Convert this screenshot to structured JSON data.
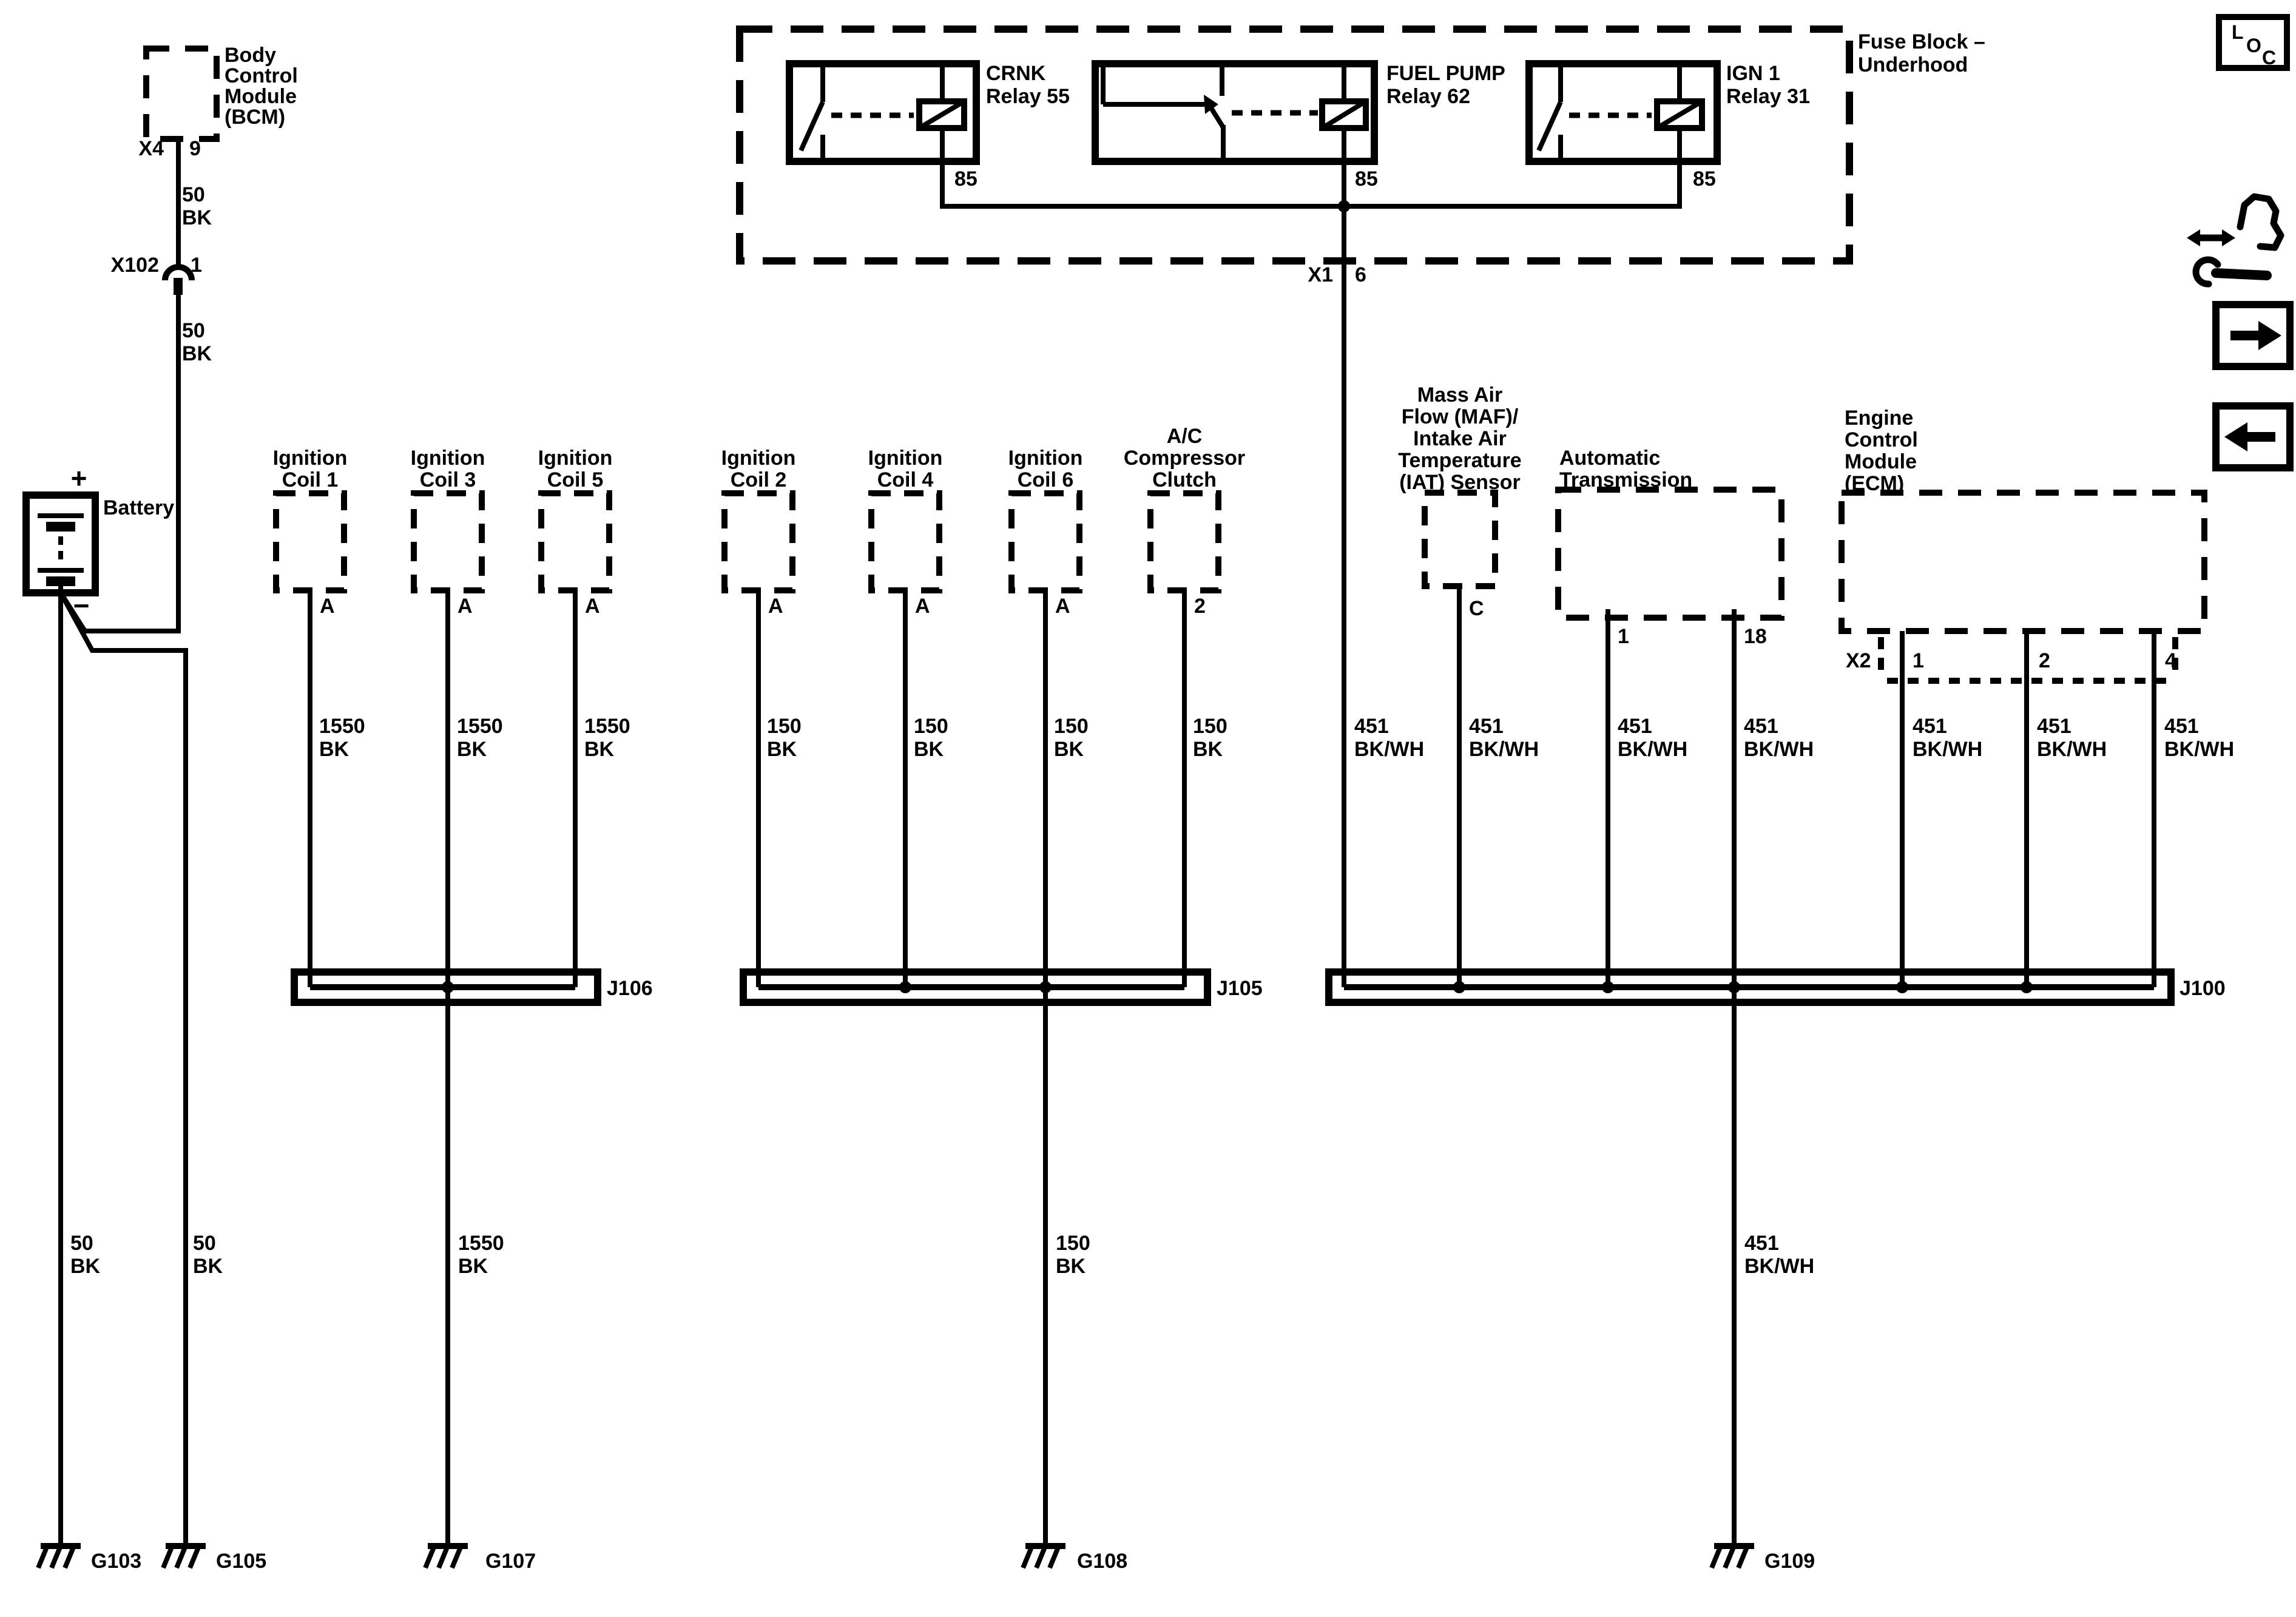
{
  "page": {
    "background": "#ffffff",
    "ink": "#000000"
  },
  "bcm": {
    "label_lines": [
      "Body",
      "Control",
      "Module",
      "(BCM)"
    ],
    "connector": "X4",
    "pin": "9",
    "wire_upper": [
      "50",
      "BK"
    ],
    "wire_lower": [
      "50",
      "BK"
    ]
  },
  "x102": {
    "name": "X102",
    "pin": "1"
  },
  "battery": {
    "label": "Battery",
    "plus": "+",
    "minus": "−"
  },
  "fuse_block": {
    "label_lines": [
      "Fuse Block –",
      "Underhood"
    ],
    "connector": "X1",
    "pin": "6",
    "wire": [
      "451",
      "BK/WH"
    ],
    "relays": [
      {
        "line1": "CRNK",
        "line2": "Relay 55",
        "pin": "85"
      },
      {
        "line1": "FUEL PUMP",
        "line2": "Relay 62",
        "pin": "85"
      },
      {
        "line1": "IGN 1",
        "line2": "Relay 31",
        "pin": "85"
      }
    ]
  },
  "coils": [
    {
      "line1": "Ignition",
      "line2": "Coil 1",
      "pin": "A",
      "wire": [
        "1550",
        "BK"
      ]
    },
    {
      "line1": "Ignition",
      "line2": "Coil 3",
      "pin": "A",
      "wire": [
        "1550",
        "BK"
      ]
    },
    {
      "line1": "Ignition",
      "line2": "Coil 5",
      "pin": "A",
      "wire": [
        "1550",
        "BK"
      ]
    },
    {
      "line1": "Ignition",
      "line2": "Coil 2",
      "pin": "A",
      "wire": [
        "150",
        "BK"
      ]
    },
    {
      "line1": "Ignition",
      "line2": "Coil 4",
      "pin": "A",
      "wire": [
        "150",
        "BK"
      ]
    },
    {
      "line1": "Ignition",
      "line2": "Coil 6",
      "pin": "A",
      "wire": [
        "150",
        "BK"
      ]
    }
  ],
  "ac_clutch": {
    "label_lines": [
      "A/C",
      "Compressor",
      "Clutch"
    ],
    "pin": "2",
    "wire": [
      "150",
      "BK"
    ]
  },
  "maf_iat": {
    "label_lines": [
      "Mass Air",
      "Flow (MAF)/",
      "Intake Air",
      "Temperature",
      "(IAT) Sensor"
    ],
    "pin": "C",
    "wire": [
      "451",
      "BK/WH"
    ]
  },
  "transmission": {
    "label_lines": [
      "Automatic",
      "Transmission"
    ],
    "pins": [
      {
        "pin": "1",
        "wire": [
          "451",
          "BK/WH"
        ]
      },
      {
        "pin": "18",
        "wire": [
          "451",
          "BK/WH"
        ]
      }
    ]
  },
  "ecm": {
    "label_lines": [
      "Engine",
      "Control",
      "Module",
      "(ECM)"
    ],
    "connector": "X2",
    "pins": [
      {
        "pin": "1",
        "wire": [
          "451",
          "BK/WH"
        ]
      },
      {
        "pin": "2",
        "wire": [
          "451",
          "BK/WH"
        ]
      },
      {
        "pin": "4",
        "wire": [
          "451",
          "BK/WH"
        ]
      }
    ]
  },
  "splices": {
    "j106": "J106",
    "j105": "J105",
    "j100": "J100"
  },
  "grounds": {
    "g103": {
      "name": "G103",
      "wire": [
        "50",
        "BK"
      ]
    },
    "g105": {
      "name": "G105",
      "wire": [
        "50",
        "BK"
      ]
    },
    "g107": {
      "name": "G107",
      "wire": [
        "1550",
        "BK"
      ]
    },
    "g108": {
      "name": "G108",
      "wire": [
        "150",
        "BK"
      ]
    },
    "g109": {
      "name": "G109",
      "wire": [
        "451",
        "BK/WH"
      ]
    }
  },
  "loc_icon": {
    "l": "L",
    "o": "O",
    "c": "C"
  }
}
